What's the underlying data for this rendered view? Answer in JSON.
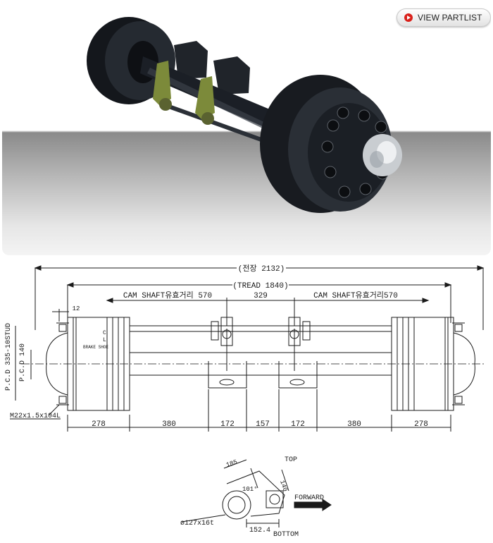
{
  "header": {
    "partlist_button_label": "VIEW PARTLIST"
  },
  "colors": {
    "accent": "#d9201a",
    "axle_body": "#1b1f26",
    "bracket": "#7c8a3a",
    "hub_cap": "#c9cdd1"
  },
  "drawing": {
    "overall_length": "(전장 2132)",
    "tread": "(TREAD 1840)",
    "cam_shaft_left": "CAM SHAFT유효거리 570",
    "cam_shaft_center": "329",
    "cam_shaft_right": "CAM SHAFT유효거리570",
    "stud_offset": "12",
    "pcd_label": "P.C.D 335-10STUD",
    "pcd_small": "P.C.D 140",
    "brake_shoe": "BRAKE SHOE",
    "bolt_spec": "M22x1.5x104L",
    "cam_marks": [
      "C",
      "L"
    ],
    "bottom_dims": [
      "278",
      "380",
      "172",
      "157",
      "172",
      "380",
      "278"
    ],
    "detail": {
      "top": "TOP",
      "bottom": "BOTTOM",
      "forward": "FORWARD",
      "dim_185": "185",
      "dim_140": "140",
      "angle": "101°",
      "tube": "ø127x16t",
      "dim_1524": "152.4"
    }
  }
}
